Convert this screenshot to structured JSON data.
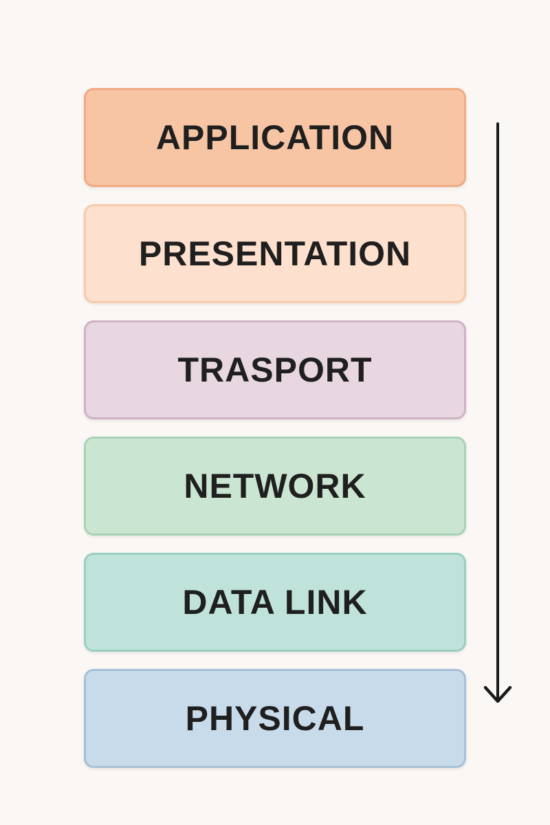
{
  "layers": [
    {
      "label": "APPLICATION",
      "fill": "#f8c5a4",
      "border": "#f0aa82"
    },
    {
      "label": "PRESENTATION",
      "fill": "#fde0cd",
      "border": "#f8c9aa"
    },
    {
      "label": "TRASPORT",
      "fill": "#e8d6e1",
      "border": "#cfb2c4"
    },
    {
      "label": "NETWORK",
      "fill": "#cae6d2",
      "border": "#a8d2b4"
    },
    {
      "label": "DATA LINK",
      "fill": "#bfe3da",
      "border": "#99cfc1"
    },
    {
      "label": "PHYSICAL",
      "fill": "#c8dbea",
      "border": "#a6c0d6"
    }
  ],
  "arrow": {
    "direction": "down",
    "color": "#1a1a1a"
  }
}
